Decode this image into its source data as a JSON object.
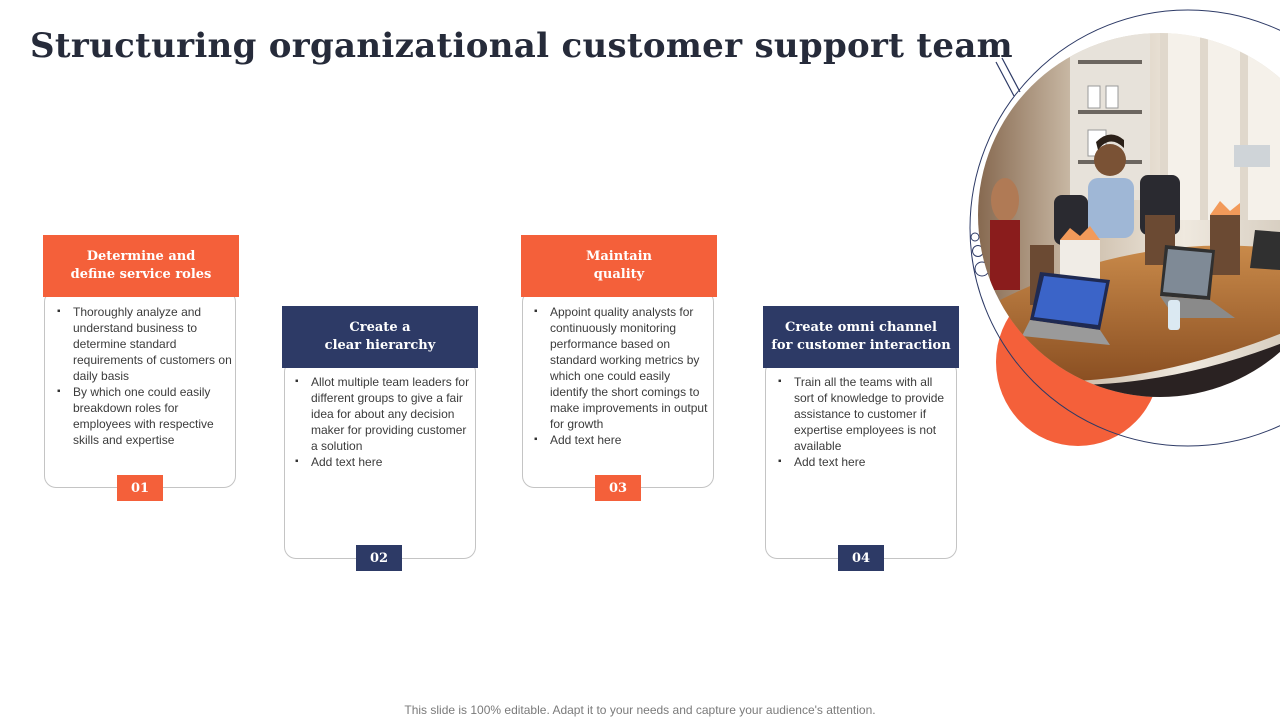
{
  "title": "Structuring organizational customer support team",
  "colors": {
    "accent": "#f4603a",
    "navy": "#2d3a66",
    "text": "#262b3a"
  },
  "steps": [
    {
      "heading": "Determine and\ndefine service roles",
      "number": "01",
      "points": [
        "Thoroughly analyze and understand business to determine standard requirements of customers on daily basis",
        "By which one could easily breakdown roles for employees with respective skills and expertise"
      ]
    },
    {
      "heading": "Create a\nclear hierarchy",
      "number": "02",
      "points": [
        "Allot multiple team leaders for different groups to give a fair idea for about any decision maker for providing customer a solution",
        "Add text here"
      ]
    },
    {
      "heading": "Maintain\nquality",
      "number": "03",
      "points": [
        "Appoint quality analysts for continuously monitoring performance based on standard working metrics by which one could easily identify the short comings to make improvements in output for growth",
        "Add text here"
      ]
    },
    {
      "heading": "Create omni channel\nfor customer interaction",
      "number": "04",
      "points": [
        "Train all the teams with all sort of knowledge to provide assistance to customer if expertise employees is not available",
        "Add text here"
      ]
    }
  ],
  "footer": "This slide is 100% editable. Adapt it to your needs and capture your audience's attention."
}
